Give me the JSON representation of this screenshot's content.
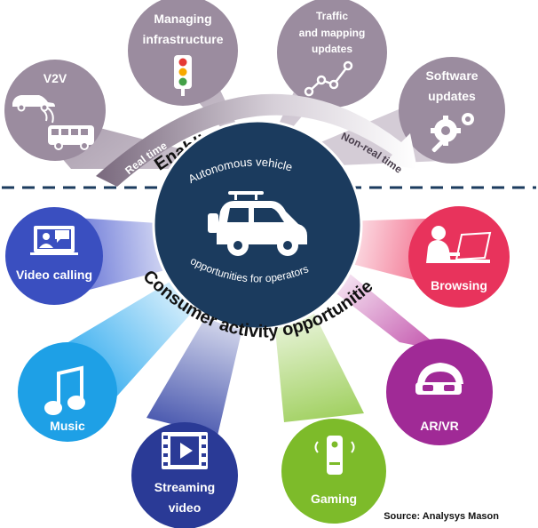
{
  "center": {
    "top_label": "Autonomous vehicle",
    "bottom_label": "opportunities for operators"
  },
  "enabling": {
    "title": "Enabling opportunities",
    "real_time_label": "Real time",
    "non_real_time_label": "Non-real time",
    "items": [
      {
        "label": "V2V",
        "icon": "car-and-bus-icon"
      },
      {
        "label_lines": [
          "Managing",
          "infrastructure"
        ],
        "icon": "traffic-light-icon"
      },
      {
        "label_lines": [
          "Traffic",
          "and mapping",
          "updates"
        ],
        "icon": "map-route-icon"
      },
      {
        "label_lines": [
          "Software",
          "updates"
        ],
        "icon": "gears-wrench-icon"
      }
    ]
  },
  "consumer": {
    "title": "Consumer activity opportunities",
    "items": [
      {
        "label": "Video calling",
        "icon": "video-call-icon",
        "color": "#3a4fc0"
      },
      {
        "label": "Music",
        "icon": "music-note-icon",
        "color": "#1ea0e6"
      },
      {
        "label_lines": [
          "Streaming",
          "video"
        ],
        "icon": "film-play-icon",
        "color": "#2a3a96"
      },
      {
        "label": "Gaming",
        "icon": "game-controller-icon",
        "color": "#7dbb2a"
      },
      {
        "label": "AR/VR",
        "icon": "vr-headset-icon",
        "color": "#a02a96"
      },
      {
        "label": "Browsing",
        "icon": "person-laptop-icon",
        "color": "#e8335c"
      }
    ]
  },
  "source": "Source: Analysys Mason",
  "colors": {
    "navy": "#1b3b5e",
    "grey_circle": "#9b8c9f",
    "arrow": "#7f6f83"
  }
}
